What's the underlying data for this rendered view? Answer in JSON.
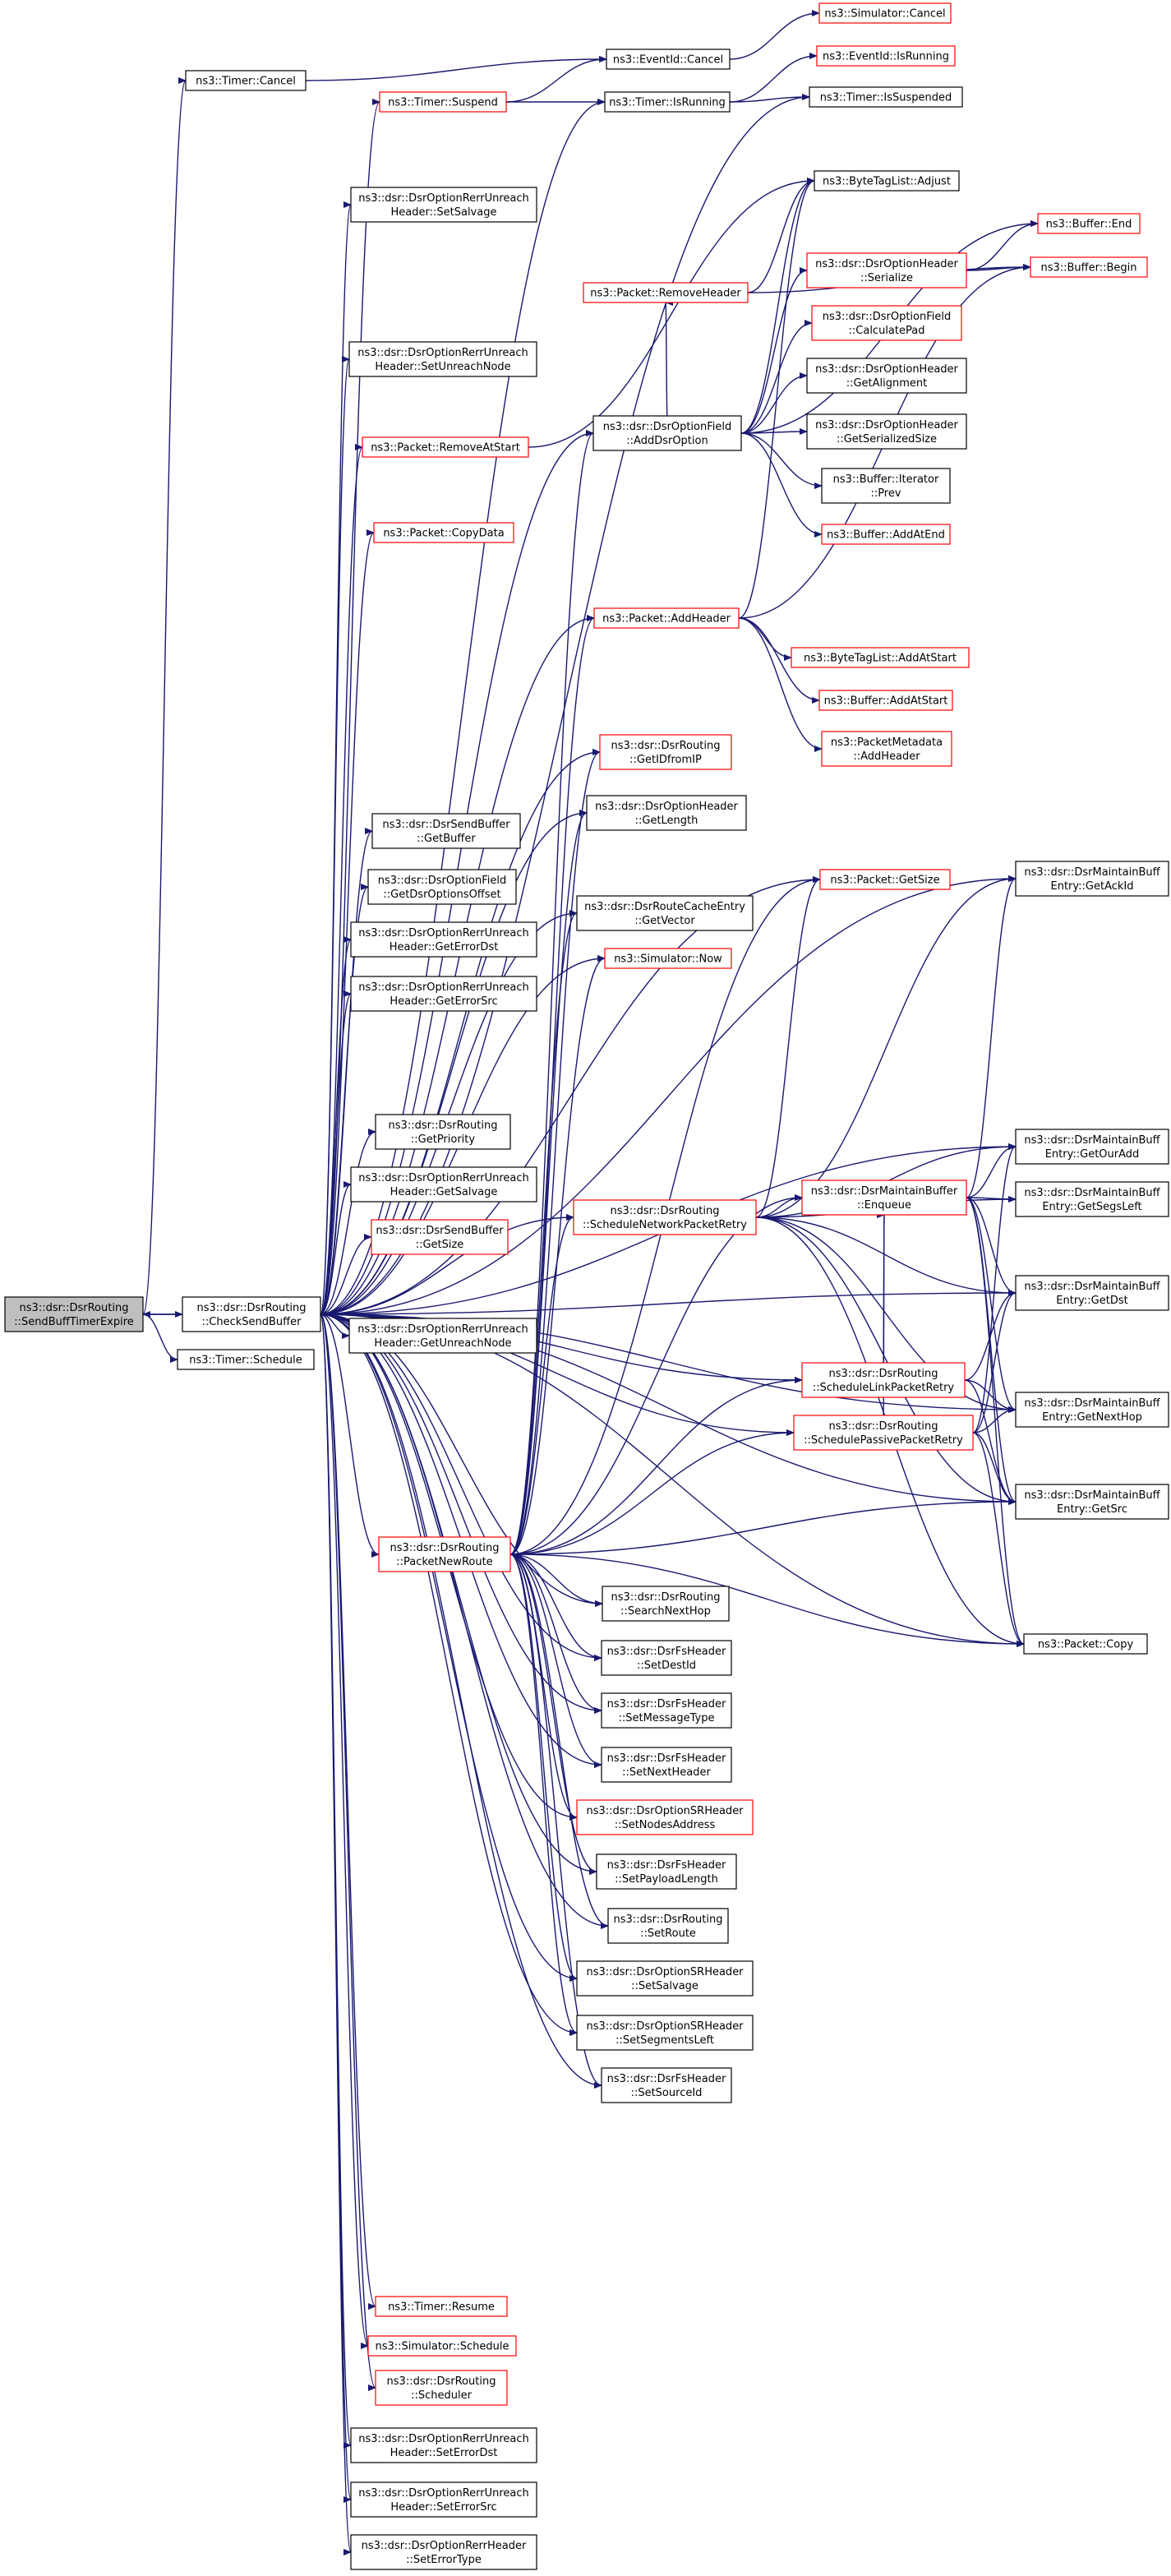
{
  "diagram": {
    "title": "",
    "colors": {
      "edge": "#191970",
      "node_border_default": "#000000",
      "node_border_red": "#ff0000",
      "root_fill": "#bfbfbf",
      "node_fill": "#ffffff"
    },
    "nodes": [
      {
        "id": "root",
        "lines": [
          "ns3::dsr::DsrRouting",
          "::SendBuffTimerExpire"
        ],
        "border": "black",
        "root": true
      },
      {
        "id": "checksend",
        "lines": [
          "ns3::dsr::DsrRouting",
          "::CheckSendBuffer"
        ],
        "border": "black"
      },
      {
        "id": "timer_cancel",
        "lines": [
          "ns3::Timer::Cancel"
        ],
        "border": "black"
      },
      {
        "id": "timer_schedule",
        "lines": [
          "ns3::Timer::Schedule"
        ],
        "border": "black"
      },
      {
        "id": "eventid_cancel",
        "lines": [
          "ns3::EventId::Cancel"
        ],
        "border": "black"
      },
      {
        "id": "sim_cancel",
        "lines": [
          "ns3::Simulator::Cancel"
        ],
        "border": "red"
      },
      {
        "id": "timer_suspend",
        "lines": [
          "ns3::Timer::Suspend"
        ],
        "border": "red"
      },
      {
        "id": "timer_isrunning",
        "lines": [
          "ns3::Timer::IsRunning"
        ],
        "border": "black"
      },
      {
        "id": "eventid_isrunning",
        "lines": [
          "ns3::EventId::IsRunning"
        ],
        "border": "red"
      },
      {
        "id": "timer_issuspended",
        "lines": [
          "ns3::Timer::IsSuspended"
        ],
        "border": "black"
      },
      {
        "id": "rerr_setsalvage",
        "lines": [
          "ns3::dsr::DsrOptionRerrUnreach",
          "Header::SetSalvage"
        ],
        "border": "black"
      },
      {
        "id": "bytetag_adjust",
        "lines": [
          "ns3::ByteTagList::Adjust"
        ],
        "border": "black"
      },
      {
        "id": "buffer_end",
        "lines": [
          "ns3::Buffer::End"
        ],
        "border": "red"
      },
      {
        "id": "pkt_removeheader",
        "lines": [
          "ns3::Packet::RemoveHeader"
        ],
        "border": "red"
      },
      {
        "id": "opthdr_serialize",
        "lines": [
          "ns3::dsr::DsrOptionHeader",
          "::Serialize"
        ],
        "border": "red"
      },
      {
        "id": "buffer_begin",
        "lines": [
          "ns3::Buffer::Begin"
        ],
        "border": "red"
      },
      {
        "id": "optfield_calcpad",
        "lines": [
          "ns3::dsr::DsrOptionField",
          "::CalculatePad"
        ],
        "border": "red"
      },
      {
        "id": "rerr_setunreachnode",
        "lines": [
          "ns3::dsr::DsrOptionRerrUnreach",
          "Header::SetUnreachNode"
        ],
        "border": "black"
      },
      {
        "id": "opthdr_getalignment",
        "lines": [
          "ns3::dsr::DsrOptionHeader",
          "::GetAlignment"
        ],
        "border": "black"
      },
      {
        "id": "pkt_removeatstart",
        "lines": [
          "ns3::Packet::RemoveAtStart"
        ],
        "border": "red"
      },
      {
        "id": "optfield_adddsroption",
        "lines": [
          "ns3::dsr::DsrOptionField",
          "::AddDsrOption"
        ],
        "border": "black"
      },
      {
        "id": "opthdr_getserializedsize",
        "lines": [
          "ns3::dsr::DsrOptionHeader",
          "::GetSerializedSize"
        ],
        "border": "black"
      },
      {
        "id": "bufiter_prev",
        "lines": [
          "ns3::Buffer::Iterator",
          "::Prev"
        ],
        "border": "black"
      },
      {
        "id": "pkt_copydata",
        "lines": [
          "ns3::Packet::CopyData"
        ],
        "border": "red"
      },
      {
        "id": "buffer_addatend",
        "lines": [
          "ns3::Buffer::AddAtEnd"
        ],
        "border": "red"
      },
      {
        "id": "pkt_addheader",
        "lines": [
          "ns3::Packet::AddHeader"
        ],
        "border": "red"
      },
      {
        "id": "bytetag_addatstart",
        "lines": [
          "ns3::ByteTagList::AddAtStart"
        ],
        "border": "red"
      },
      {
        "id": "buffer_addatstart",
        "lines": [
          "ns3::Buffer::AddAtStart"
        ],
        "border": "red"
      },
      {
        "id": "pktmeta_addheader",
        "lines": [
          "ns3::PacketMetadata",
          "::AddHeader"
        ],
        "border": "red"
      },
      {
        "id": "getidfromip",
        "lines": [
          "ns3::dsr::DsrRouting",
          "::GetIDfromIP"
        ],
        "border": "red"
      },
      {
        "id": "opthdr_getlength",
        "lines": [
          "ns3::dsr::DsrOptionHeader",
          "::GetLength"
        ],
        "border": "black"
      },
      {
        "id": "sendbuffer_getbuffer",
        "lines": [
          "ns3::dsr::DsrSendBuffer",
          "::GetBuffer"
        ],
        "border": "black"
      },
      {
        "id": "optfield_getoffset",
        "lines": [
          "ns3::dsr::DsrOptionField",
          "::GetDsrOptionsOffset"
        ],
        "border": "black"
      },
      {
        "id": "pkt_getsize",
        "lines": [
          "ns3::Packet::GetSize"
        ],
        "border": "red"
      },
      {
        "id": "mbe_getackid",
        "lines": [
          "ns3::dsr::DsrMaintainBuff",
          "Entry::GetAckId"
        ],
        "border": "black"
      },
      {
        "id": "routecache_getvector",
        "lines": [
          "ns3::dsr::DsrRouteCacheEntry",
          "::GetVector"
        ],
        "border": "black"
      },
      {
        "id": "rerr_geterrordst",
        "lines": [
          "ns3::dsr::DsrOptionRerrUnreach",
          "Header::GetErrorDst"
        ],
        "border": "black"
      },
      {
        "id": "sim_now",
        "lines": [
          "ns3::Simulator::Now"
        ],
        "border": "red"
      },
      {
        "id": "rerr_geterrorsrc",
        "lines": [
          "ns3::dsr::DsrOptionRerrUnreach",
          "Header::GetErrorSrc"
        ],
        "border": "black"
      },
      {
        "id": "getpriority",
        "lines": [
          "ns3::dsr::DsrRouting",
          "::GetPriority"
        ],
        "border": "black"
      },
      {
        "id": "mbe_getouradd",
        "lines": [
          "ns3::dsr::DsrMaintainBuff",
          "Entry::GetOurAdd"
        ],
        "border": "black"
      },
      {
        "id": "rerr_getsalvage",
        "lines": [
          "ns3::dsr::DsrOptionRerrUnreach",
          "Header::GetSalvage"
        ],
        "border": "black"
      },
      {
        "id": "mb_enqueue",
        "lines": [
          "ns3::dsr::DsrMaintainBuffer",
          "::Enqueue"
        ],
        "border": "red"
      },
      {
        "id": "mbe_getsegsleft",
        "lines": [
          "ns3::dsr::DsrMaintainBuff",
          "Entry::GetSegsLeft"
        ],
        "border": "black"
      },
      {
        "id": "schednetwork",
        "lines": [
          "ns3::dsr::DsrRouting",
          "::ScheduleNetworkPacketRetry"
        ],
        "border": "red"
      },
      {
        "id": "sendbuffer_getsize",
        "lines": [
          "ns3::dsr::DsrSendBuffer",
          "::GetSize"
        ],
        "border": "red"
      },
      {
        "id": "mbe_getdst",
        "lines": [
          "ns3::dsr::DsrMaintainBuff",
          "Entry::GetDst"
        ],
        "border": "black"
      },
      {
        "id": "rerr_getunreachnode",
        "lines": [
          "ns3::dsr::DsrOptionRerrUnreach",
          "Header::GetUnreachNode"
        ],
        "border": "black"
      },
      {
        "id": "schedlink",
        "lines": [
          "ns3::dsr::DsrRouting",
          "::ScheduleLinkPacketRetry"
        ],
        "border": "red"
      },
      {
        "id": "mbe_getnexthop",
        "lines": [
          "ns3::dsr::DsrMaintainBuff",
          "Entry::GetNextHop"
        ],
        "border": "black"
      },
      {
        "id": "schedpassive",
        "lines": [
          "ns3::dsr::DsrRouting",
          "::SchedulePassivePacketRetry"
        ],
        "border": "red"
      },
      {
        "id": "mbe_getsrc",
        "lines": [
          "ns3::dsr::DsrMaintainBuff",
          "Entry::GetSrc"
        ],
        "border": "black"
      },
      {
        "id": "packetnewroute",
        "lines": [
          "ns3::dsr::DsrRouting",
          "::PacketNewRoute"
        ],
        "border": "red"
      },
      {
        "id": "searchnexthop",
        "lines": [
          "ns3::dsr::DsrRouting",
          "::SearchNextHop"
        ],
        "border": "black"
      },
      {
        "id": "fs_setdestid",
        "lines": [
          "ns3::dsr::DsrFsHeader",
          "::SetDestId"
        ],
        "border": "black"
      },
      {
        "id": "pkt_copy",
        "lines": [
          "ns3::Packet::Copy"
        ],
        "border": "black"
      },
      {
        "id": "fs_setmessagetype",
        "lines": [
          "ns3::dsr::DsrFsHeader",
          "::SetMessageType"
        ],
        "border": "black"
      },
      {
        "id": "fs_setnextheader",
        "lines": [
          "ns3::dsr::DsrFsHeader",
          "::SetNextHeader"
        ],
        "border": "black"
      },
      {
        "id": "sr_setnodesaddress",
        "lines": [
          "ns3::dsr::DsrOptionSRHeader",
          "::SetNodesAddress"
        ],
        "border": "red"
      },
      {
        "id": "fs_setpayloadlength",
        "lines": [
          "ns3::dsr::DsrFsHeader",
          "::SetPayloadLength"
        ],
        "border": "black"
      },
      {
        "id": "setroute",
        "lines": [
          "ns3::dsr::DsrRouting",
          "::SetRoute"
        ],
        "border": "black"
      },
      {
        "id": "sr_setsalvage",
        "lines": [
          "ns3::dsr::DsrOptionSRHeader",
          "::SetSalvage"
        ],
        "border": "black"
      },
      {
        "id": "sr_setsegmentsleft",
        "lines": [
          "ns3::dsr::DsrOptionSRHeader",
          "::SetSegmentsLeft"
        ],
        "border": "black"
      },
      {
        "id": "fs_setsourceid",
        "lines": [
          "ns3::dsr::DsrFsHeader",
          "::SetSourceId"
        ],
        "border": "black"
      },
      {
        "id": "timer_resume",
        "lines": [
          "ns3::Timer::Resume"
        ],
        "border": "red"
      },
      {
        "id": "sim_schedule",
        "lines": [
          "ns3::Simulator::Schedule"
        ],
        "border": "red"
      },
      {
        "id": "scheduler",
        "lines": [
          "ns3::dsr::DsrRouting",
          "::Scheduler"
        ],
        "border": "red"
      },
      {
        "id": "rerr_seterrordst",
        "lines": [
          "ns3::dsr::DsrOptionRerrUnreach",
          "Header::SetErrorDst"
        ],
        "border": "black"
      },
      {
        "id": "rerr_seterrorsrc",
        "lines": [
          "ns3::dsr::DsrOptionRerrUnreach",
          "Header::SetErrorSrc"
        ],
        "border": "black"
      },
      {
        "id": "rerrhdr_seterrortype",
        "lines": [
          "ns3::dsr::DsrOptionRerrHeader",
          "::SetErrorType"
        ],
        "border": "black"
      }
    ],
    "edges": [
      [
        "root",
        "checksend"
      ],
      [
        "root",
        "timer_cancel"
      ],
      [
        "root",
        "timer_schedule"
      ],
      [
        "timer_cancel",
        "eventid_cancel"
      ],
      [
        "eventid_cancel",
        "sim_cancel"
      ],
      [
        "timer_suspend",
        "eventid_cancel"
      ],
      [
        "timer_suspend",
        "timer_isrunning"
      ],
      [
        "timer_isrunning",
        "eventid_isrunning"
      ],
      [
        "timer_isrunning",
        "timer_issuspended"
      ],
      [
        "checksend",
        "root"
      ],
      [
        "checksend",
        "timer_suspend"
      ],
      [
        "checksend",
        "timer_isrunning"
      ],
      [
        "checksend",
        "timer_issuspended"
      ],
      [
        "checksend",
        "rerr_setsalvage"
      ],
      [
        "checksend",
        "rerr_setunreachnode"
      ],
      [
        "checksend",
        "pkt_removeatstart"
      ],
      [
        "checksend",
        "pkt_copydata"
      ],
      [
        "checksend",
        "optfield_adddsroption"
      ],
      [
        "checksend",
        "pkt_addheader"
      ],
      [
        "checksend",
        "getidfromip"
      ],
      [
        "checksend",
        "opthdr_getlength"
      ],
      [
        "checksend",
        "sendbuffer_getbuffer"
      ],
      [
        "checksend",
        "optfield_getoffset"
      ],
      [
        "checksend",
        "rerr_geterrordst"
      ],
      [
        "checksend",
        "rerr_geterrorsrc"
      ],
      [
        "checksend",
        "getpriority"
      ],
      [
        "checksend",
        "rerr_getsalvage"
      ],
      [
        "checksend",
        "sendbuffer_getsize"
      ],
      [
        "checksend",
        "rerr_getunreachnode"
      ],
      [
        "checksend",
        "packetnewroute"
      ],
      [
        "checksend",
        "pkt_getsize"
      ],
      [
        "checksend",
        "mbe_getackid"
      ],
      [
        "checksend",
        "routecache_getvector"
      ],
      [
        "checksend",
        "sim_now"
      ],
      [
        "checksend",
        "mbe_getouradd"
      ],
      [
        "checksend",
        "schednetwork"
      ],
      [
        "checksend",
        "schedlink"
      ],
      [
        "checksend",
        "schedpassive"
      ],
      [
        "checksend",
        "mbe_getnexthop"
      ],
      [
        "checksend",
        "mbe_getsrc"
      ],
      [
        "checksend",
        "mbe_getdst"
      ],
      [
        "checksend",
        "pkt_copy"
      ],
      [
        "checksend",
        "searchnexthop"
      ],
      [
        "checksend",
        "fs_setdestid"
      ],
      [
        "checksend",
        "fs_setmessagetype"
      ],
      [
        "checksend",
        "fs_setnextheader"
      ],
      [
        "checksend",
        "sr_setnodesaddress"
      ],
      [
        "checksend",
        "fs_setpayloadlength"
      ],
      [
        "checksend",
        "setroute"
      ],
      [
        "checksend",
        "sr_setsalvage"
      ],
      [
        "checksend",
        "sr_setsegmentsleft"
      ],
      [
        "checksend",
        "fs_setsourceid"
      ],
      [
        "checksend",
        "timer_resume"
      ],
      [
        "checksend",
        "sim_schedule"
      ],
      [
        "checksend",
        "scheduler"
      ],
      [
        "checksend",
        "rerr_seterrordst"
      ],
      [
        "checksend",
        "rerr_seterrorsrc"
      ],
      [
        "checksend",
        "rerrhdr_seterrortype"
      ],
      [
        "pkt_removeheader",
        "bytetag_adjust"
      ],
      [
        "pkt_removeheader",
        "buffer_begin"
      ],
      [
        "pkt_removeatstart",
        "bytetag_adjust"
      ],
      [
        "optfield_adddsroption",
        "bytetag_adjust"
      ],
      [
        "optfield_adddsroption",
        "pkt_removeheader"
      ],
      [
        "optfield_adddsroption",
        "opthdr_serialize"
      ],
      [
        "optfield_adddsroption",
        "optfield_calcpad"
      ],
      [
        "optfield_adddsroption",
        "opthdr_getalignment"
      ],
      [
        "optfield_adddsroption",
        "opthdr_getserializedsize"
      ],
      [
        "optfield_adddsroption",
        "bufiter_prev"
      ],
      [
        "optfield_adddsroption",
        "buffer_addatend"
      ],
      [
        "optfield_adddsroption",
        "buffer_end"
      ],
      [
        "opthdr_serialize",
        "buffer_end"
      ],
      [
        "opthdr_serialize",
        "buffer_begin"
      ],
      [
        "pkt_addheader",
        "bytetag_adjust"
      ],
      [
        "pkt_addheader",
        "bytetag_addatstart"
      ],
      [
        "pkt_addheader",
        "buffer_addatstart"
      ],
      [
        "pkt_addheader",
        "pktmeta_addheader"
      ],
      [
        "pkt_addheader",
        "buffer_begin"
      ],
      [
        "schednetwork",
        "mb_enqueue"
      ],
      [
        "schednetwork",
        "pkt_getsize"
      ],
      [
        "schednetwork",
        "mbe_getackid"
      ],
      [
        "schednetwork",
        "mbe_getouradd"
      ],
      [
        "schednetwork",
        "mbe_getsegsleft"
      ],
      [
        "schednetwork",
        "mbe_getdst"
      ],
      [
        "schednetwork",
        "mbe_getnexthop"
      ],
      [
        "schednetwork",
        "mbe_getsrc"
      ],
      [
        "schednetwork",
        "pkt_copy"
      ],
      [
        "mb_enqueue",
        "mbe_getackid"
      ],
      [
        "mb_enqueue",
        "mbe_getouradd"
      ],
      [
        "mb_enqueue",
        "mbe_getsegsleft"
      ],
      [
        "mb_enqueue",
        "mbe_getdst"
      ],
      [
        "mb_enqueue",
        "mbe_getnexthop"
      ],
      [
        "mb_enqueue",
        "mbe_getsrc"
      ],
      [
        "mb_enqueue",
        "pkt_copy"
      ],
      [
        "schedlink",
        "mb_enqueue"
      ],
      [
        "schedlink",
        "mbe_getdst"
      ],
      [
        "schedlink",
        "mbe_getnexthop"
      ],
      [
        "schedlink",
        "mbe_getsrc"
      ],
      [
        "schedpassive",
        "mb_enqueue"
      ],
      [
        "schedpassive",
        "mbe_getouradd"
      ],
      [
        "schedpassive",
        "mbe_getdst"
      ],
      [
        "schedpassive",
        "mbe_getnexthop"
      ],
      [
        "schedpassive",
        "mbe_getsrc"
      ],
      [
        "schedpassive",
        "pkt_copy"
      ],
      [
        "packetnewroute",
        "pkt_addheader"
      ],
      [
        "packetnewroute",
        "getidfromip"
      ],
      [
        "packetnewroute",
        "opthdr_getlength"
      ],
      [
        "packetnewroute",
        "routecache_getvector"
      ],
      [
        "packetnewroute",
        "sim_now"
      ],
      [
        "packetnewroute",
        "schednetwork"
      ],
      [
        "packetnewroute",
        "schedlink"
      ],
      [
        "packetnewroute",
        "schedpassive"
      ],
      [
        "packetnewroute",
        "mb_enqueue"
      ],
      [
        "packetnewroute",
        "pkt_getsize"
      ],
      [
        "packetnewroute",
        "mbe_getsrc"
      ],
      [
        "packetnewroute",
        "pkt_copy"
      ],
      [
        "packetnewroute",
        "searchnexthop"
      ],
      [
        "packetnewroute",
        "fs_setdestid"
      ],
      [
        "packetnewroute",
        "fs_setmessagetype"
      ],
      [
        "packetnewroute",
        "fs_setnextheader"
      ],
      [
        "packetnewroute",
        "sr_setnodesaddress"
      ],
      [
        "packetnewroute",
        "fs_setpayloadlength"
      ],
      [
        "packetnewroute",
        "setroute"
      ],
      [
        "packetnewroute",
        "sr_setsalvage"
      ],
      [
        "packetnewroute",
        "sr_setsegmentsleft"
      ],
      [
        "packetnewroute",
        "fs_setsourceid"
      ],
      [
        "packetnewroute",
        "optfield_adddsroption"
      ]
    ]
  }
}
